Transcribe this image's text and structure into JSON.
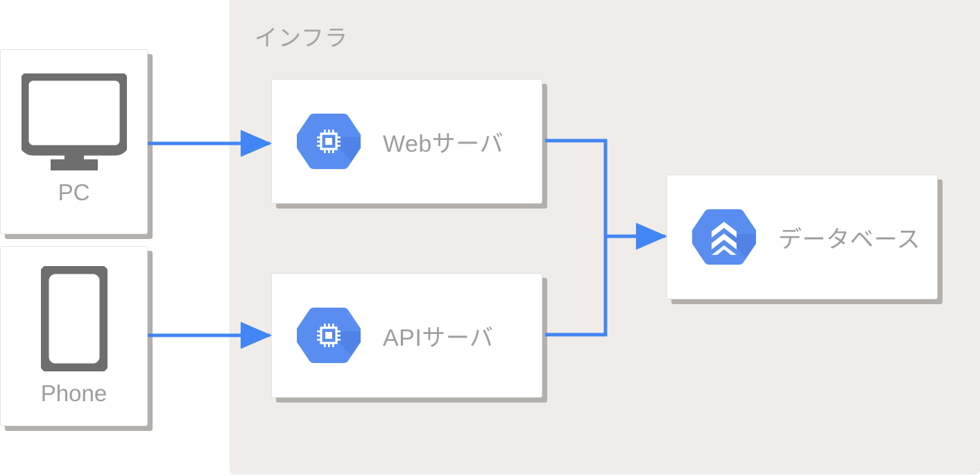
{
  "diagram": {
    "title_visible": false,
    "colors": {
      "accent_blue": "#4285F4",
      "group_background": "#EFECE9",
      "card_background": "#FFFFFF",
      "card_shadow": "#B2AFAC",
      "label_gray": "#9E9E9E",
      "group_label_gray": "#A6A39F",
      "device_icon_gray": "#6E6E6E"
    },
    "group": {
      "label": "インフラ",
      "name": "infra-group"
    },
    "nodes": [
      {
        "id": "pc",
        "label": "PC",
        "icon": "desktop-monitor-icon",
        "type": "device"
      },
      {
        "id": "phone",
        "label": "Phone",
        "icon": "mobile-phone-icon",
        "type": "device"
      },
      {
        "id": "web-server",
        "label": "Webサーバ",
        "icon": "compute-engine-hexagon-icon",
        "type": "server"
      },
      {
        "id": "api-server",
        "label": "APIサーバ",
        "icon": "compute-engine-hexagon-icon",
        "type": "server"
      },
      {
        "id": "database",
        "label": "データベース",
        "icon": "database-hexagon-icon",
        "type": "database"
      }
    ],
    "edges": [
      {
        "from": "pc",
        "to": "web-server",
        "style": "arrow",
        "color": "#4285F4"
      },
      {
        "from": "phone",
        "to": "api-server",
        "style": "arrow",
        "color": "#4285F4"
      },
      {
        "from": "web-server",
        "to": "database",
        "style": "arrow-orthogonal",
        "color": "#4285F4"
      },
      {
        "from": "api-server",
        "to": "database",
        "style": "arrow-orthogonal",
        "color": "#4285F4"
      }
    ]
  }
}
